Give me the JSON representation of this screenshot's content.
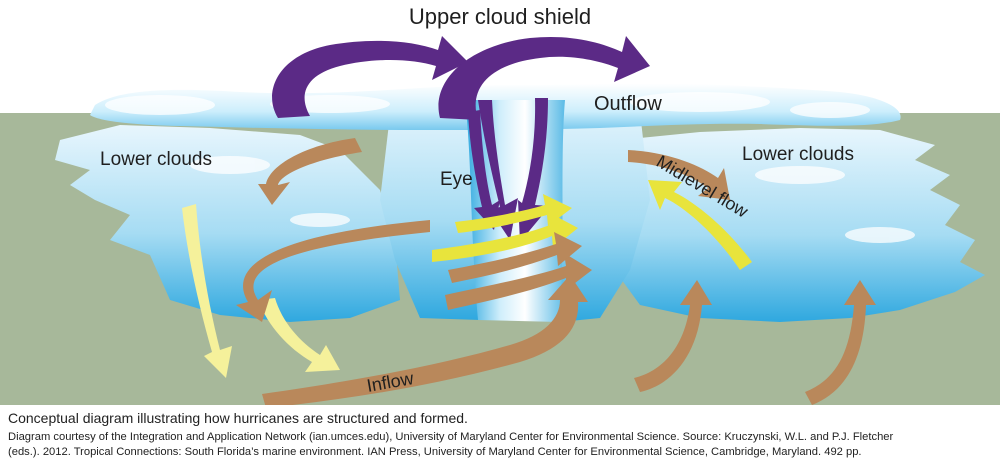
{
  "labels": {
    "upper_cloud_shield": "Upper cloud shield",
    "outflow": "Outflow",
    "lower_clouds_left": "Lower clouds",
    "lower_clouds_right": "Lower clouds",
    "eye": "Eye",
    "midlevel_flow": "Midlevel flow",
    "inflow": "Inflow"
  },
  "caption": {
    "title": "Conceptual diagram illustrating how hurricanes are structured and formed.",
    "credit_line1": "Diagram courtesy of the Integration and Application Network (ian.umces.edu), University of Maryland Center for Environmental Science. Source: Kruczynski, W.L. and P.J. Fletcher",
    "credit_line2": "(eds.). 2012. Tropical Connections: South Florida’s marine environment. IAN Press, University of Maryland Center for Environmental Science, Cambridge, Maryland. 492 pp."
  },
  "colors": {
    "ground": "#a7b89a",
    "cloud_light": "#e6f5fc",
    "cloud_mid": "#9fd9f2",
    "cloud_dark": "#36aee3",
    "purple_arrow": "#5b2a86",
    "yellow_arrow": "#f5f19b",
    "yellow_arrow_bright": "#e8e43c",
    "brown_arrow": "#b9885b"
  }
}
